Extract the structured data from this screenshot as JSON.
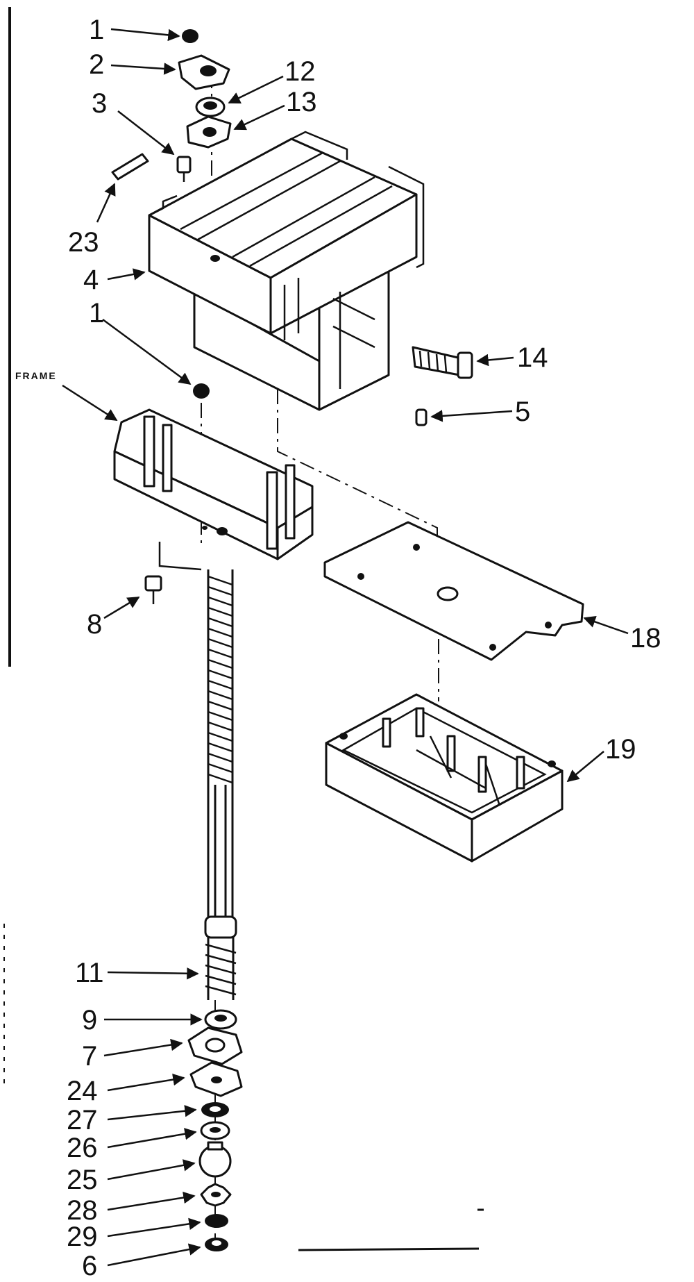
{
  "diagram": {
    "callouts": {
      "p1_top": "1",
      "p2": "2",
      "p3": "3",
      "p12": "12",
      "p13": "13",
      "p23": "23",
      "p4": "4",
      "p1_mid": "1",
      "p14": "14",
      "p5": "5",
      "frame": "FRAME",
      "p8": "8",
      "p18": "18",
      "p19": "19",
      "p11": "11",
      "p9": "9",
      "p7": "7",
      "p24": "24",
      "p27": "27",
      "p26": "26",
      "p25": "25",
      "p28": "28",
      "p29": "29",
      "p6": "6"
    }
  }
}
